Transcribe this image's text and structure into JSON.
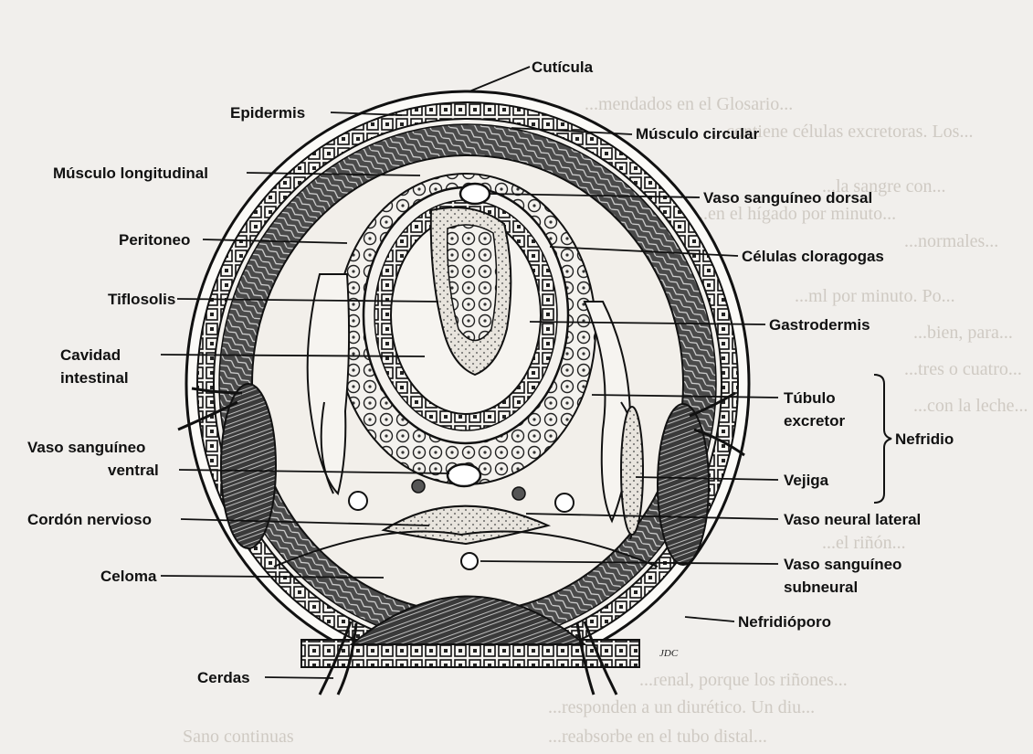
{
  "figure": {
    "labels": {
      "cuticula": "Cutícula",
      "epidermis": "Epidermis",
      "musculo_circular": "Músculo circular",
      "musculo_longitudinal": "Músculo longitudinal",
      "vaso_dorsal": "Vaso sanguíneo dorsal",
      "peritoneo": "Peritoneo",
      "celulas_cloragogas": "Células cloragogas",
      "tiflosolis": "Tiflosolis",
      "gastrodermis": "Gastrodermis",
      "cavidad_1": "Cavidad",
      "cavidad_2": "intestinal",
      "tubulo_1": "Túbulo",
      "tubulo_2": "excretor",
      "nefridio": "Nefridio",
      "vaso_ventral_1": "Vaso sanguíneo",
      "vaso_ventral_2": "ventral",
      "vejiga": "Vejiga",
      "cordon": "Cordón nervioso",
      "vaso_neural_lateral": "Vaso neural lateral",
      "celoma": "Celoma",
      "vaso_subneural_1": "Vaso sanguíneo",
      "vaso_subneural_2": "subneural",
      "nefridioporo": "Nefridióporo",
      "cerdas": "Cerdas"
    },
    "bleed_through": [
      "...mendados en el Glosario...",
      "...contiene células excretoras. Los...",
      "...la sangre con...",
      "...en el hígado por minuto...",
      "...normales...",
      "...ml por minuto. Po...",
      "...bien, para...",
      "...tres o cuatro...",
      "...con la leche...",
      "...el riñón...",
      "...renal, porque los riñones...",
      "...responden a un diurético. Un diu...",
      "...reabsorbe en el tubo distal...",
      "Sano continuas"
    ],
    "signature": "JDC"
  }
}
